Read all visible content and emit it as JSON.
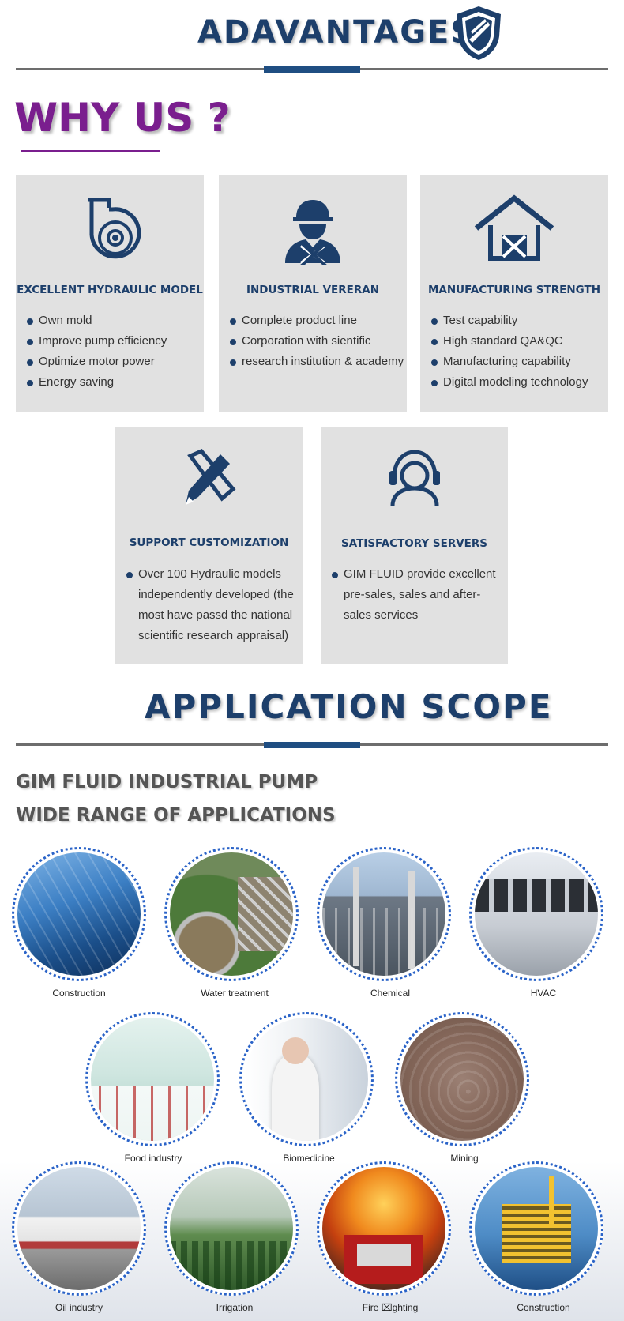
{
  "advantages": {
    "title": "ADAVANTAGES",
    "icon": "shield-icon"
  },
  "why": {
    "title": "WHY US ?"
  },
  "cards": [
    {
      "icon": "turbine-icon",
      "title": "EXCELLENT HYDRAULIC MODEL",
      "items": [
        "Own mold",
        "Improve pump efficiency",
        "Optimize motor power",
        "Energy saving"
      ]
    },
    {
      "icon": "worker-icon",
      "title": "INDUSTRIAL VERERAN",
      "items": [
        "Complete product line",
        "Corporation with sientific",
        "research institution & academy"
      ]
    },
    {
      "icon": "factory-tools-icon",
      "title": "MANUFACTURING STRENGTH",
      "items": [
        "Test capability",
        "High standard QA&QC",
        "Manufacturing capability",
        "Digital modeling technology"
      ]
    },
    {
      "icon": "pencil-ruler-icon",
      "title": "SUPPORT CUSTOMIZATION",
      "items": [
        "Over 100 Hydraulic models independently developed (the most have passd the national scientific research appraisal)"
      ]
    },
    {
      "icon": "headset-icon",
      "title": "SATISFACTORY SERVERS",
      "items": [
        "GIM FLUID provide excellent pre-sales, sales and after-sales services"
      ]
    }
  ],
  "application": {
    "title": "APPLICATION SCOPE",
    "subtitle_line1": "GIM FLUID INDUSTRIAL PUMP",
    "subtitle_line2": "WIDE RANGE OF APPLICATIONS",
    "items": [
      "Construction",
      "Water treatment",
      "Chemical",
      "HVAC",
      "Food industry",
      "Biomedicine",
      "Mining",
      "Oil industry",
      "Irrigation",
      "Fire ⌧ghting",
      "Construction"
    ]
  },
  "colors": {
    "navy": "#1d3f6b",
    "accent": "#1f4e82",
    "purple": "#7a1e8e",
    "card_bg": "#e1e1e1",
    "dots": "#2a63c8"
  }
}
